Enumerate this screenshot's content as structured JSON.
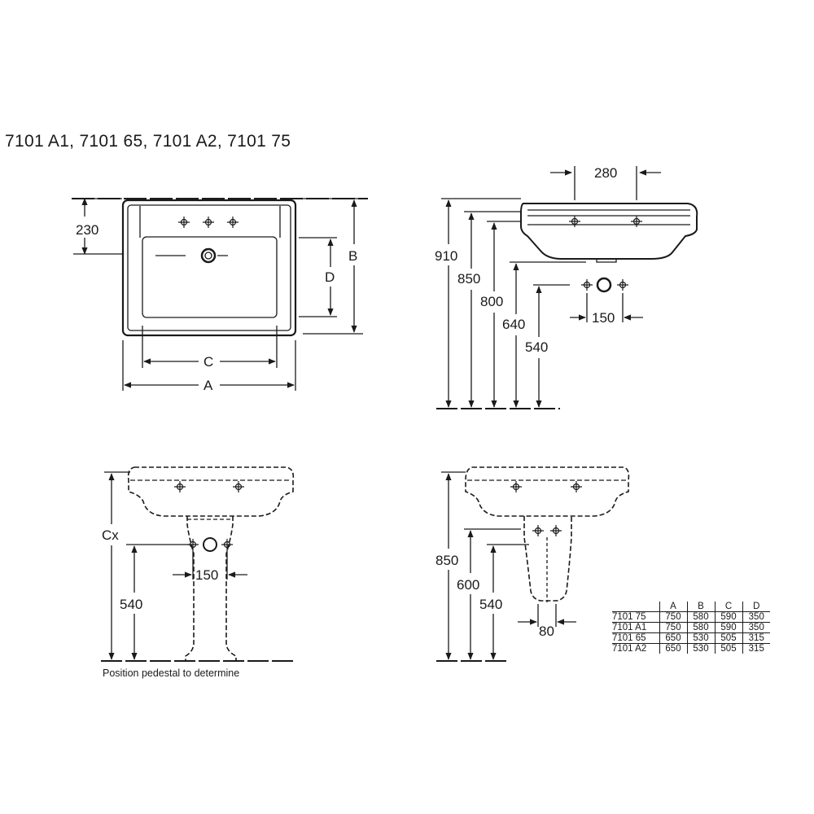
{
  "title": "7101 A1, 7101 65, 7101 A2, 7101 75",
  "top_view": {
    "dim_230": "230",
    "dim_B": "B",
    "dim_D": "D",
    "dim_C": "C",
    "dim_A": "A"
  },
  "side_view": {
    "dim_280": "280",
    "dim_910": "910",
    "dim_850": "850",
    "dim_800": "800",
    "dim_640": "640",
    "dim_540": "540",
    "dim_150": "150"
  },
  "front_pedestal": {
    "dim_Cx": "Cx",
    "dim_540": "540",
    "dim_150": "150",
    "note": "Position pedestal to determine"
  },
  "side_pedestal": {
    "dim_850": "850",
    "dim_600": "600",
    "dim_540": "540",
    "dim_80": "80"
  },
  "spec_table": {
    "headers": [
      "",
      "A",
      "B",
      "C",
      "D"
    ],
    "rows": [
      [
        "7101 75",
        "750",
        "580",
        "590",
        "350"
      ],
      [
        "7101 A1",
        "750",
        "580",
        "590",
        "350"
      ],
      [
        "7101 65",
        "650",
        "530",
        "505",
        "315"
      ],
      [
        "7101 A2",
        "650",
        "530",
        "505",
        "315"
      ]
    ]
  }
}
